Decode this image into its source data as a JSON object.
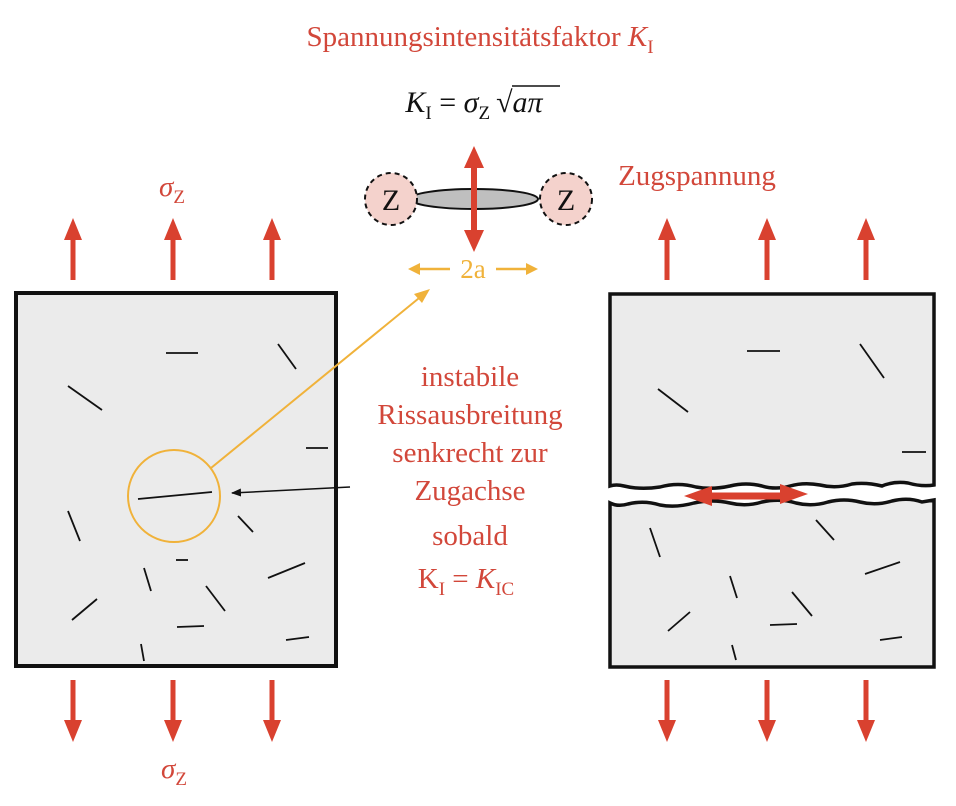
{
  "title": {
    "prefix": "Spannungsintensitätsfaktor ",
    "symbol": "K",
    "subscript": "I"
  },
  "formula": {
    "lhs_symbol": "K",
    "lhs_sub": "I",
    "equals": " = ",
    "sigma": "σ",
    "sigma_sub": "Z",
    "sqrt": "√",
    "radicand": "aπ"
  },
  "crack_detail": {
    "left_label": "Z",
    "right_label": "Z",
    "width_label": "2a"
  },
  "stress_labels": {
    "top": "σ",
    "top_sub": "Z",
    "bottom": "σ",
    "bottom_sub": "Z"
  },
  "tension_label": "Zugspannung",
  "explanation": {
    "line1": "instabile",
    "line2": "Rissausbreitung",
    "line3": "senkrecht zur",
    "line4": "Zugachse",
    "line5": "sobald",
    "condition_lhs": "K",
    "condition_lhs_sub": "I",
    "condition_eq": " = ",
    "condition_rhs": "K",
    "condition_rhs_sub": "IC"
  },
  "colors": {
    "label_red": "#d2473a",
    "arrow_red": "#d9412f",
    "annotation_orange": "#f0b23a",
    "specimen_fill": "#ebebeb",
    "zone_fill": "#f4d2cc"
  }
}
